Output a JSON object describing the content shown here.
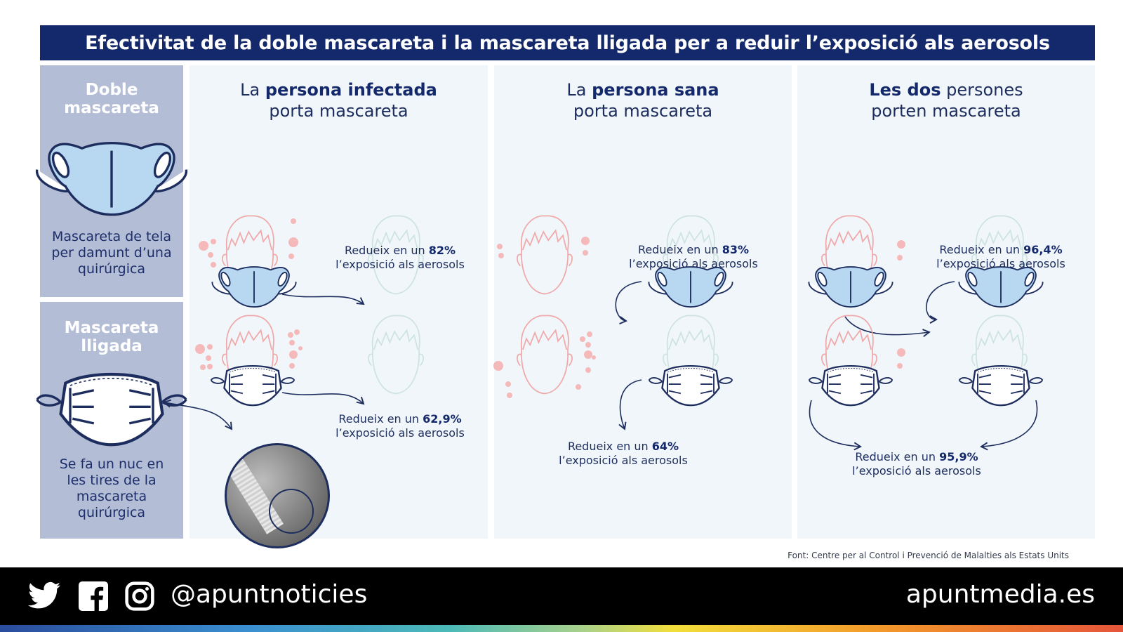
{
  "title": "Efectivitat de la doble mascareta i la mascareta lligada per a reduir l’exposició als aerosols",
  "sidebar": {
    "double_mask": {
      "title_line1": "Doble",
      "title_line2": "mascareta",
      "desc_line1": "Mascareta de tela",
      "desc_line2": "per damunt d’una",
      "desc_line3": "quirúrgica"
    },
    "knotted_mask": {
      "title_line1": "Mascareta",
      "title_line2": "lligada",
      "desc_line1": "Se fa un nuc en",
      "desc_line2": "les tires de la",
      "desc_line3": "mascareta",
      "desc_line4": "quirúrgica"
    }
  },
  "columns": [
    {
      "head_pre": "La ",
      "head_bold": "persona infectada",
      "head_post": "",
      "head_line2": "porta mascareta",
      "double_mask_result": {
        "prefix": "Redueix en un ",
        "value": "82%",
        "suffix": "l’exposició als aerosols"
      },
      "knotted_mask_result": {
        "prefix": "Redueix en un ",
        "value": "62,9%",
        "suffix": "l’exposició als aerosols"
      }
    },
    {
      "head_pre": "La ",
      "head_bold": "persona sana",
      "head_post": "",
      "head_line2": "porta mascareta",
      "double_mask_result": {
        "prefix": "Redueix en un ",
        "value": "83%",
        "suffix": "l’exposició als aerosols"
      },
      "knotted_mask_result": {
        "prefix": "Redueix en un ",
        "value": "64%",
        "suffix": "l’exposició als aerosols"
      }
    },
    {
      "head_pre": "",
      "head_bold": "Les dos",
      "head_post": " persones",
      "head_line2": "porten mascareta",
      "double_mask_result": {
        "prefix": "Redueix en un ",
        "value": "96,4%",
        "suffix": "l’exposició als aerosols"
      },
      "knotted_mask_result": {
        "prefix": "Redueix en un ",
        "value": "95,9%",
        "suffix": "l’exposició als aerosols"
      }
    }
  ],
  "source": "Font: Centre per al Control i Prevenció de Malalties als Estats Units",
  "footer": {
    "social_icons": [
      "twitter-icon",
      "facebook-icon",
      "instagram-icon"
    ],
    "handle": "@apuntnoticies",
    "site": "apuntmedia.es"
  },
  "colors": {
    "title_bg": "#14296b",
    "sidebar_bg": "#b4bdd6",
    "panel_bg": "#f1f6fb",
    "infected_pink": "#f0a8a8",
    "healthy_teal": "#cde3e0",
    "mask_blue": "#b8d8f2",
    "ink_navy": "#1d2e5e"
  }
}
